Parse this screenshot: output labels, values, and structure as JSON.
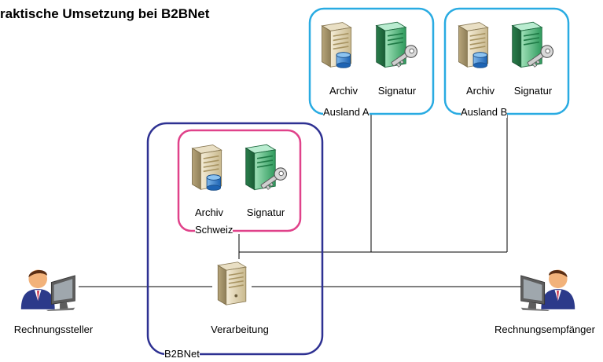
{
  "title": "raktische Umsetzung bei B2BNet",
  "groups": {
    "ausland_a": {
      "label": "Ausland A",
      "color": "#29ABE2",
      "archiv": "Archiv",
      "signatur": "Signatur"
    },
    "ausland_b": {
      "label": "Ausland B",
      "color": "#29ABE2",
      "archiv": "Archiv",
      "signatur": "Signatur"
    },
    "schweiz": {
      "label": "Schweiz",
      "color": "#E0428A",
      "archiv": "Archiv",
      "signatur": "Signatur"
    },
    "b2bnet": {
      "label": "B2BNet",
      "color": "#2E3192"
    }
  },
  "nodes": {
    "verarbeitung": "Verarbeitung",
    "rechnungssteller": "Rechnungssteller",
    "rechnungsempfaenger": "Rechnungsempfänger"
  },
  "icons": {
    "archive_server": "archive-server-icon",
    "signature_server": "signature-server-icon",
    "processing_server": "processing-server-icon",
    "user": "user-workstation-icon"
  }
}
